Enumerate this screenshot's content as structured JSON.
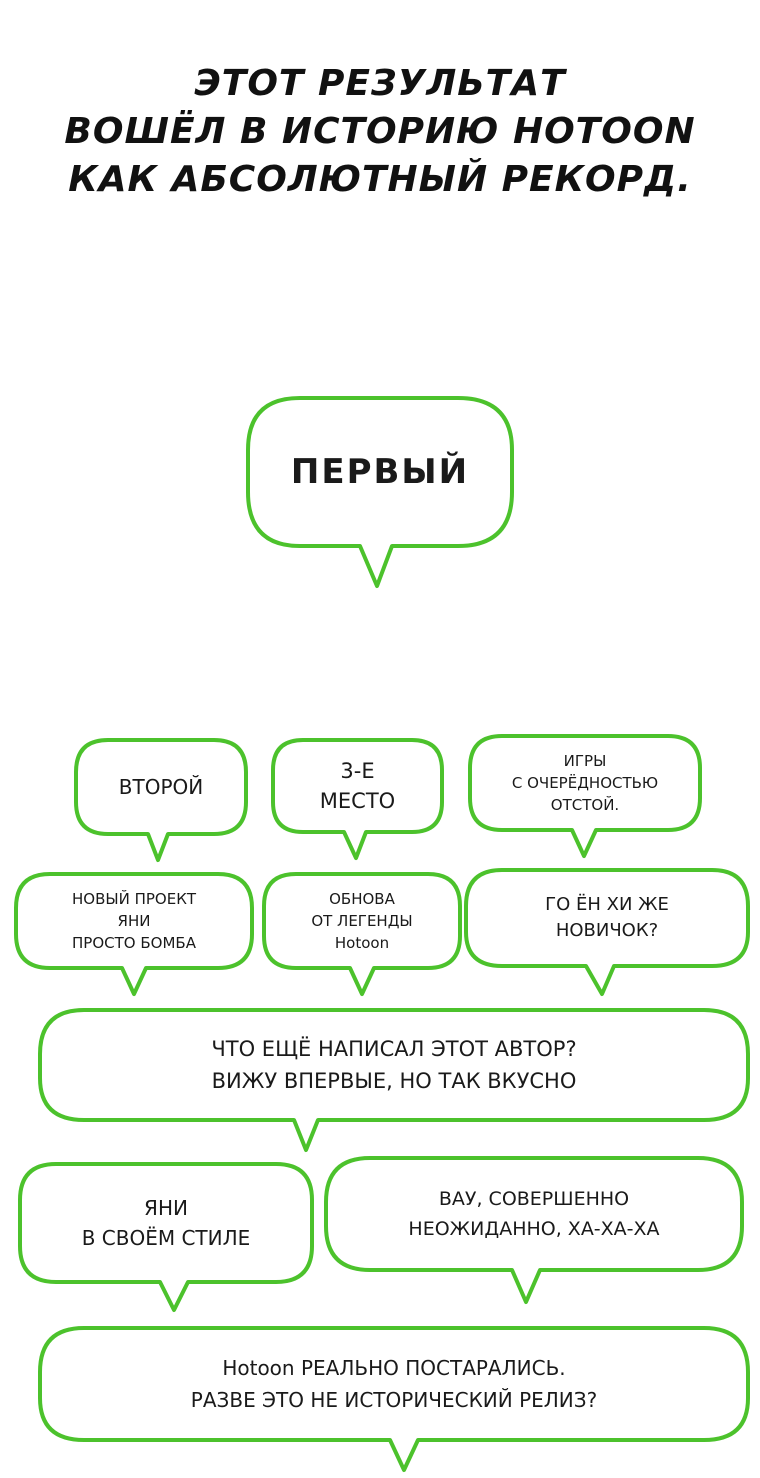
{
  "caption": {
    "line1": "ЭТОТ РЕЗУЛЬТАТ",
    "line2": "ВОШЁЛ В ИСТОРИЮ HOTOON",
    "line3": "КАК АБСОЛЮТНЫЙ РЕКОРД."
  },
  "colors": {
    "bubble_outline": "#4cc22c",
    "text": "#1a1a1a",
    "background": "#ffffff"
  },
  "bubbles": {
    "first": {
      "lines": [
        "ПЕРВЫЙ"
      ]
    },
    "second": {
      "lines": [
        "ВТОРОЙ"
      ]
    },
    "third": {
      "lines": [
        "3-Е",
        "МЕСТО"
      ]
    },
    "games": {
      "lines": [
        "ИГРЫ",
        "С ОЧЕРЁДНОСТЬЮ",
        "ОТСТОЙ."
      ]
    },
    "newproj": {
      "lines": [
        "НОВЫЙ ПРОЕКТ",
        "ЯНИ",
        "ПРОСТО БОМБА"
      ]
    },
    "update": {
      "lines": [
        "ОБНОВА",
        "ОТ ЛЕГЕНДЫ",
        "Hotoon"
      ]
    },
    "goyeon": {
      "lines": [
        "ГО ЁН ХИ ЖЕ",
        "НОВИЧОК?"
      ]
    },
    "author": {
      "lines": [
        "ЧТО ЕЩЁ НАПИСАЛ ЭТОТ АВТОР?",
        "ВИЖУ ВПЕРВЫЕ, НО ТАК ВКУСНО"
      ]
    },
    "style": {
      "lines": [
        "ЯНИ",
        "В СВОЁМ СТИЛЕ"
      ]
    },
    "wow": {
      "lines": [
        "ВАУ, СОВЕРШЕННО",
        "НЕОЖИДАННО, ХА-ХА-ХА"
      ]
    },
    "release": {
      "lines": [
        "Hotoon РЕАЛЬНО ПОСТАРАЛИСЬ.",
        "РАЗВЕ ЭТО НЕ ИСТОРИЧЕСКИЙ РЕЛИЗ?"
      ]
    }
  }
}
